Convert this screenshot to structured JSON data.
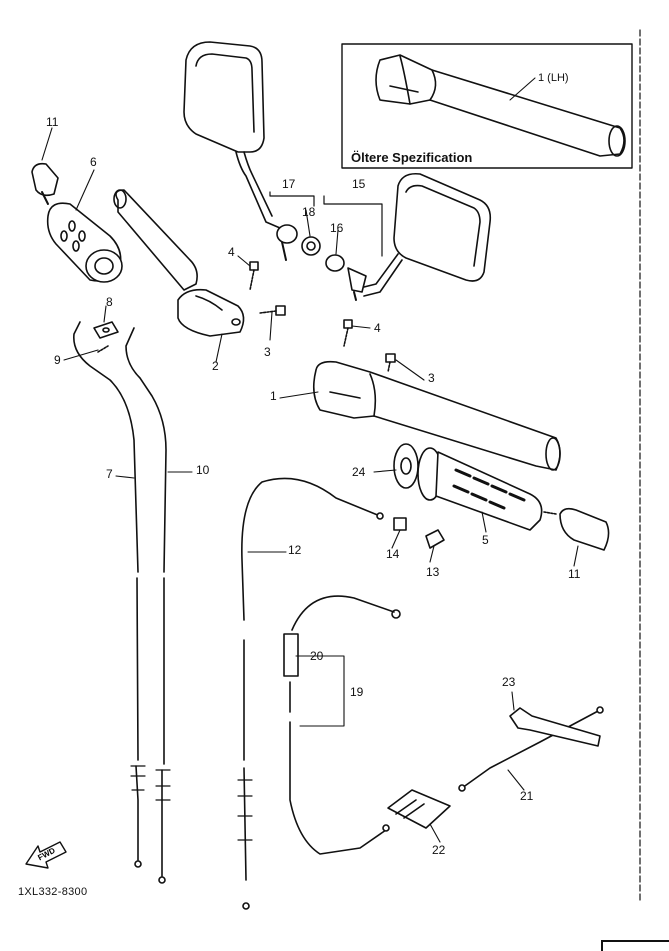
{
  "inset": {
    "title": "Öltere Spezification",
    "part_label": "1 (LH)"
  },
  "callouts": {
    "c11_left": "11",
    "c6": "6",
    "c8": "8",
    "c9": "9",
    "c4_left": "4",
    "c3_left": "3",
    "c2": "2",
    "c17": "17",
    "c18": "18",
    "c15": "15",
    "c16": "16",
    "c4_right": "4",
    "c3_right": "3",
    "c1": "1",
    "c7": "7",
    "c10": "10",
    "c24": "24",
    "c5": "5",
    "c11_right": "11",
    "c14": "14",
    "c13": "13",
    "c12": "12",
    "c20": "20",
    "c19": "19",
    "c23": "23",
    "c21": "21",
    "c22": "22"
  },
  "fwd_label": "FWD",
  "diagram_code": "1XL332-8300"
}
